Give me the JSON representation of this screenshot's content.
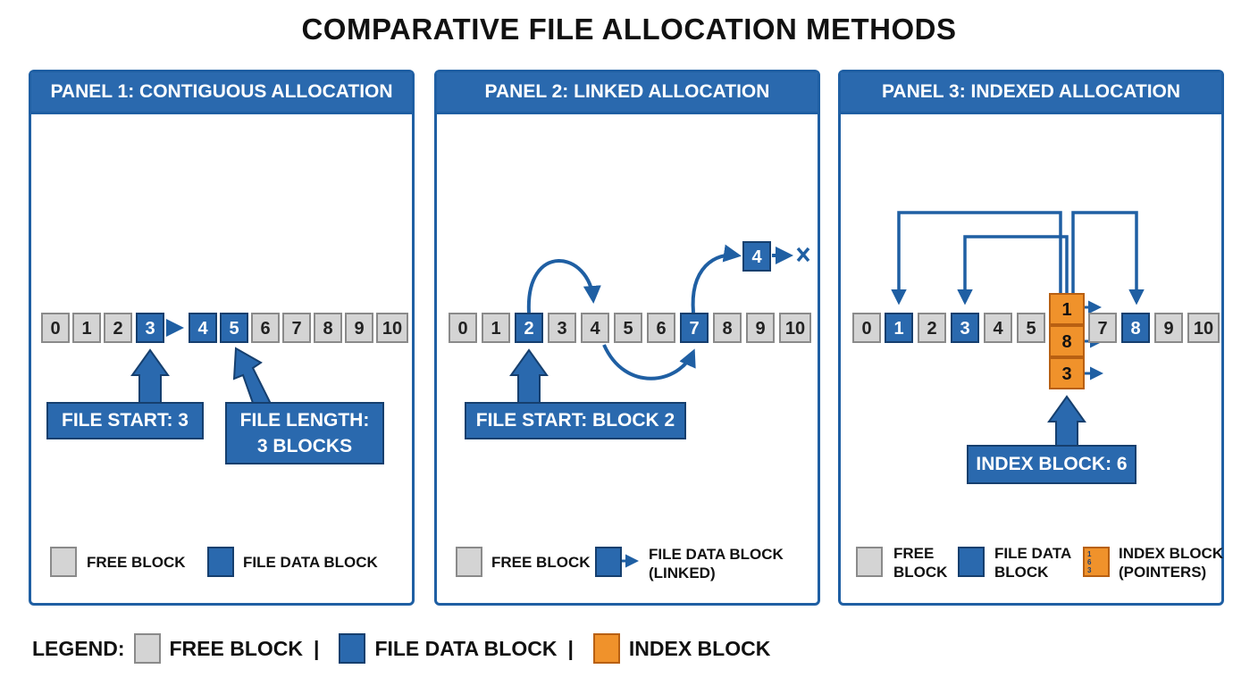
{
  "title": "COMPARATIVE FILE ALLOCATION METHODS",
  "colors": {
    "free": "#d4d4d4",
    "file": "#2a69ae",
    "index": "#f0922b",
    "border": "#1f5fa3"
  },
  "panels": [
    {
      "header": "PANEL 1: CONTIGUOUS ALLOCATION",
      "blocks": [
        "0",
        "1",
        "2",
        "3",
        "4",
        "5",
        "6",
        "7",
        "8",
        "9",
        "10"
      ],
      "callouts": [
        "FILE START: 3",
        "FILE LENGTH:",
        "3 BLOCKS"
      ],
      "legend": [
        "FREE BLOCK",
        "FILE DATA BLOCK"
      ]
    },
    {
      "header": "PANEL 2: LINKED ALLOCATION",
      "blocks": [
        "0",
        "1",
        "2",
        "3",
        "4",
        "5",
        "6",
        "7",
        "8",
        "9",
        "10"
      ],
      "end_block": "4",
      "callouts": [
        "FILE START: BLOCK 2"
      ],
      "legend": [
        "FREE BLOCK",
        "FILE DATA BLOCK",
        "(LINKED)"
      ]
    },
    {
      "header": "PANEL 3: INDEXED ALLOCATION",
      "blocks": [
        "0",
        "1",
        "2",
        "3",
        "4",
        "5",
        "7",
        "8",
        "9",
        "10"
      ],
      "index_entries": [
        "1",
        "8",
        "3"
      ],
      "callouts": [
        "INDEX BLOCK: 6"
      ],
      "legend": [
        "FREE",
        "BLOCK",
        "FILE DATA",
        "BLOCK",
        "INDEX BLOCK",
        "(POINTERS)"
      ],
      "legend_icon_digits": [
        "1",
        "6",
        "3"
      ]
    }
  ],
  "legend": {
    "label": "LEGEND:",
    "items": [
      "FREE BLOCK",
      "FILE DATA BLOCK",
      "INDEX BLOCK"
    ],
    "separator": "|"
  }
}
